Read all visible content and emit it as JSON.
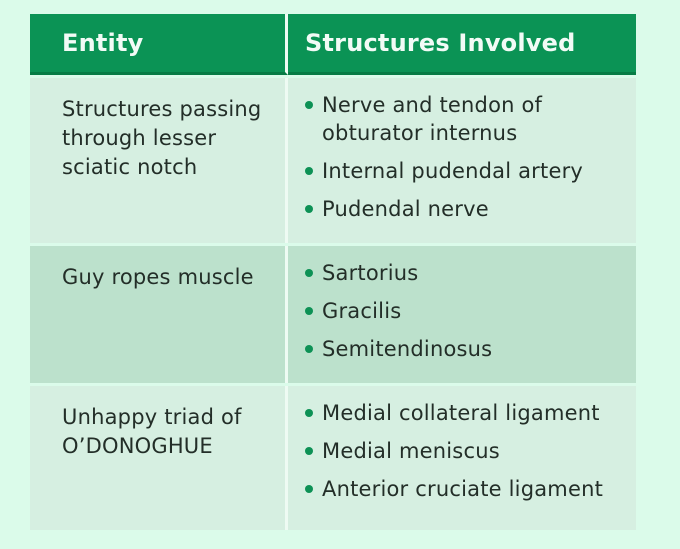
{
  "colors": {
    "page_background": "#dbfbea",
    "header_background": "#0b9355",
    "header_text": "#f2fbf6",
    "row_light_background": "#d6efe1",
    "row_dark_background": "#bce1cc",
    "body_text": "#232e28",
    "bullet_dot": "#0d9155",
    "divider": "#eefbf3"
  },
  "table": {
    "columns": [
      {
        "label": "Entity"
      },
      {
        "label": "Structures Involved"
      }
    ],
    "rows": [
      {
        "entity": "Structures passing through lesser sciatic notch",
        "structures": [
          "Nerve and tendon of obturator internus",
          "Internal pudendal artery",
          "Pudendal nerve"
        ]
      },
      {
        "entity": "Guy ropes muscle",
        "structures": [
          "Sartorius",
          "Gracilis",
          "Semitendinosus"
        ]
      },
      {
        "entity": "Unhappy triad of O’DONOGHUE",
        "structures": [
          "Medial collateral ligament",
          "Medial meniscus",
          "Anterior cruciate ligament"
        ]
      }
    ]
  }
}
